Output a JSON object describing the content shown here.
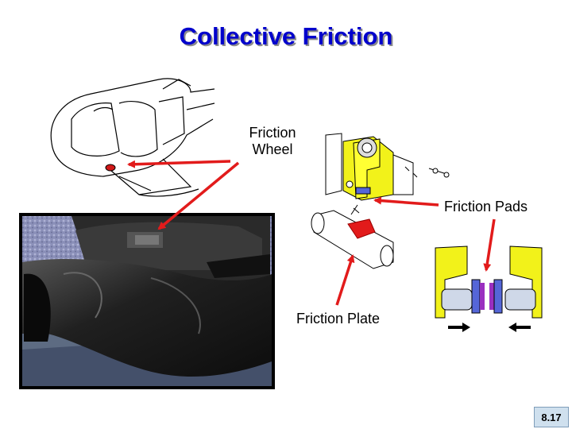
{
  "slide": {
    "title": "Collective Friction",
    "labels": {
      "wheel_line1": "Friction",
      "wheel_line2": "Wheel",
      "pads": "Friction Pads",
      "plate": "Friction Plate"
    },
    "page_number": "8.17"
  },
  "colors": {
    "title": "#0000cc",
    "arrow": "#e21b1b",
    "assembly_yellow": "#f2f21a",
    "pad_blue": "#5566d8",
    "pad_purple": "#9a2fc0",
    "boot_black": "#1a1a1a"
  }
}
